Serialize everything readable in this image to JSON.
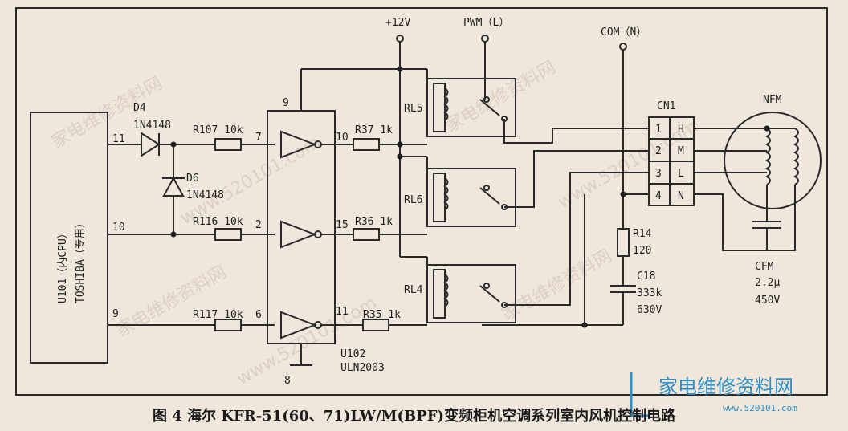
{
  "mcu": {
    "label": "U101（内CPU）",
    "sub": "TOSHIBA（专用）"
  },
  "pins": {
    "p11": "11",
    "p10": "10",
    "p9": "9"
  },
  "diodes": {
    "d4": {
      "name": "D4",
      "part": "1N4148"
    },
    "d6": {
      "name": "D6",
      "part": "1N4148"
    }
  },
  "resistors": {
    "r107": "R107  10k",
    "r116": "R116  10k",
    "r117": "R117  10k",
    "r37": "R37  1k",
    "r36": "R36  1k",
    "r35": "R35  1k",
    "r14": {
      "name": "R14",
      "value": "120"
    }
  },
  "driver": {
    "in7": "7",
    "in2": "2",
    "in6": "6",
    "out10": "10",
    "out15": "15",
    "out11": "11",
    "pin9": "9",
    "pin8": "8",
    "name": "U102",
    "part": "ULN2003"
  },
  "supply": {
    "v12": "+12V",
    "pwm": "PWM（L）",
    "com": "COM（N）"
  },
  "relays": {
    "rl5": "RL5",
    "rl6": "RL6",
    "rl4": "RL4"
  },
  "connector": {
    "name": "CN1",
    "numbers": [
      "1",
      "2",
      "3",
      "4"
    ],
    "signals": [
      "H",
      "M",
      "L",
      "N"
    ]
  },
  "motor": {
    "name": "NFM",
    "cap": "CFM",
    "cap_value": "2.2μ",
    "cap_volt": "450V"
  },
  "snubber": {
    "name": "C18",
    "value": "333k",
    "volt": "630V"
  },
  "caption": "图 4  海尔 KFR-51(60、71)LW/M(BPF)变频柜机空调系列室内风机控制电路",
  "watermark": {
    "text": "家电维修资料网",
    "url": "www.520101.com"
  },
  "brand": {
    "name": "家电维修资料网",
    "url": "www.520101.com"
  }
}
